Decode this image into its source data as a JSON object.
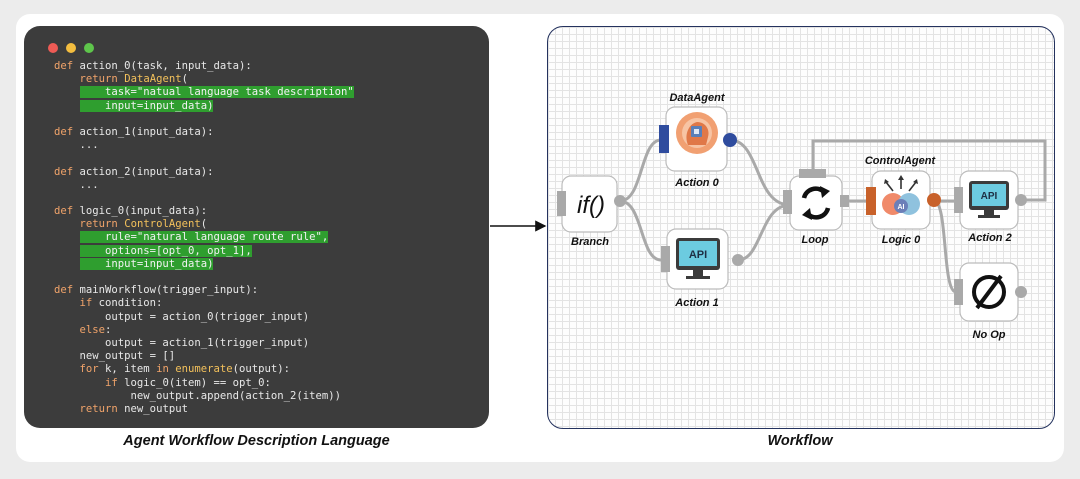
{
  "code": {
    "lines": [
      "def action_0(task, input_data):",
      "    return DataAgent(",
      "        task=\"natual language task description\"",
      "        input=input_data)",
      "",
      "def action_1(input_data):",
      "    ...",
      "",
      "def action_2(input_data):",
      "    ...",
      "",
      "def logic_0(input_data):",
      "    return ControlAgent(",
      "        rule=\"natural language route rule\",",
      "        options=[opt_0, opt_1],",
      "        input=input_data)",
      "",
      "def mainWorkflow(trigger_input):",
      "    if condition:",
      "        output = action_0(trigger_input)",
      "    else:",
      "        output = action_1(trigger_input)",
      "    new_output = []",
      "    for k, item in enumerate(output):",
      "        if logic_0(item) == opt_0:",
      "            new_output.append(action_2(item))",
      "    return new_output"
    ]
  },
  "captions": {
    "left": "Agent Workflow Description Language",
    "right": "Workflow"
  },
  "workflow": {
    "nodes": {
      "branch": {
        "label": "Branch",
        "glyph": "if()"
      },
      "action0": {
        "label": "Action 0",
        "title": "DataAgent"
      },
      "action1": {
        "label": "Action 1",
        "glyph": "API"
      },
      "loop": {
        "label": "Loop"
      },
      "logic0": {
        "label": "Logic 0",
        "title": "ControlAgent",
        "glyph": "AI"
      },
      "action2": {
        "label": "Action 2",
        "glyph": "API"
      },
      "noop": {
        "label": "No Op"
      }
    },
    "icons": [
      "head-chip-icon",
      "monitor-api-icon",
      "loop-arrows-icon",
      "brain-ai-icon",
      "empty-set-icon"
    ],
    "colors": {
      "data_port": "#2f4c9e",
      "control_port": "#c8612a",
      "port_gray": "#a9a9a9",
      "node_border": "#bcbcbc"
    }
  }
}
